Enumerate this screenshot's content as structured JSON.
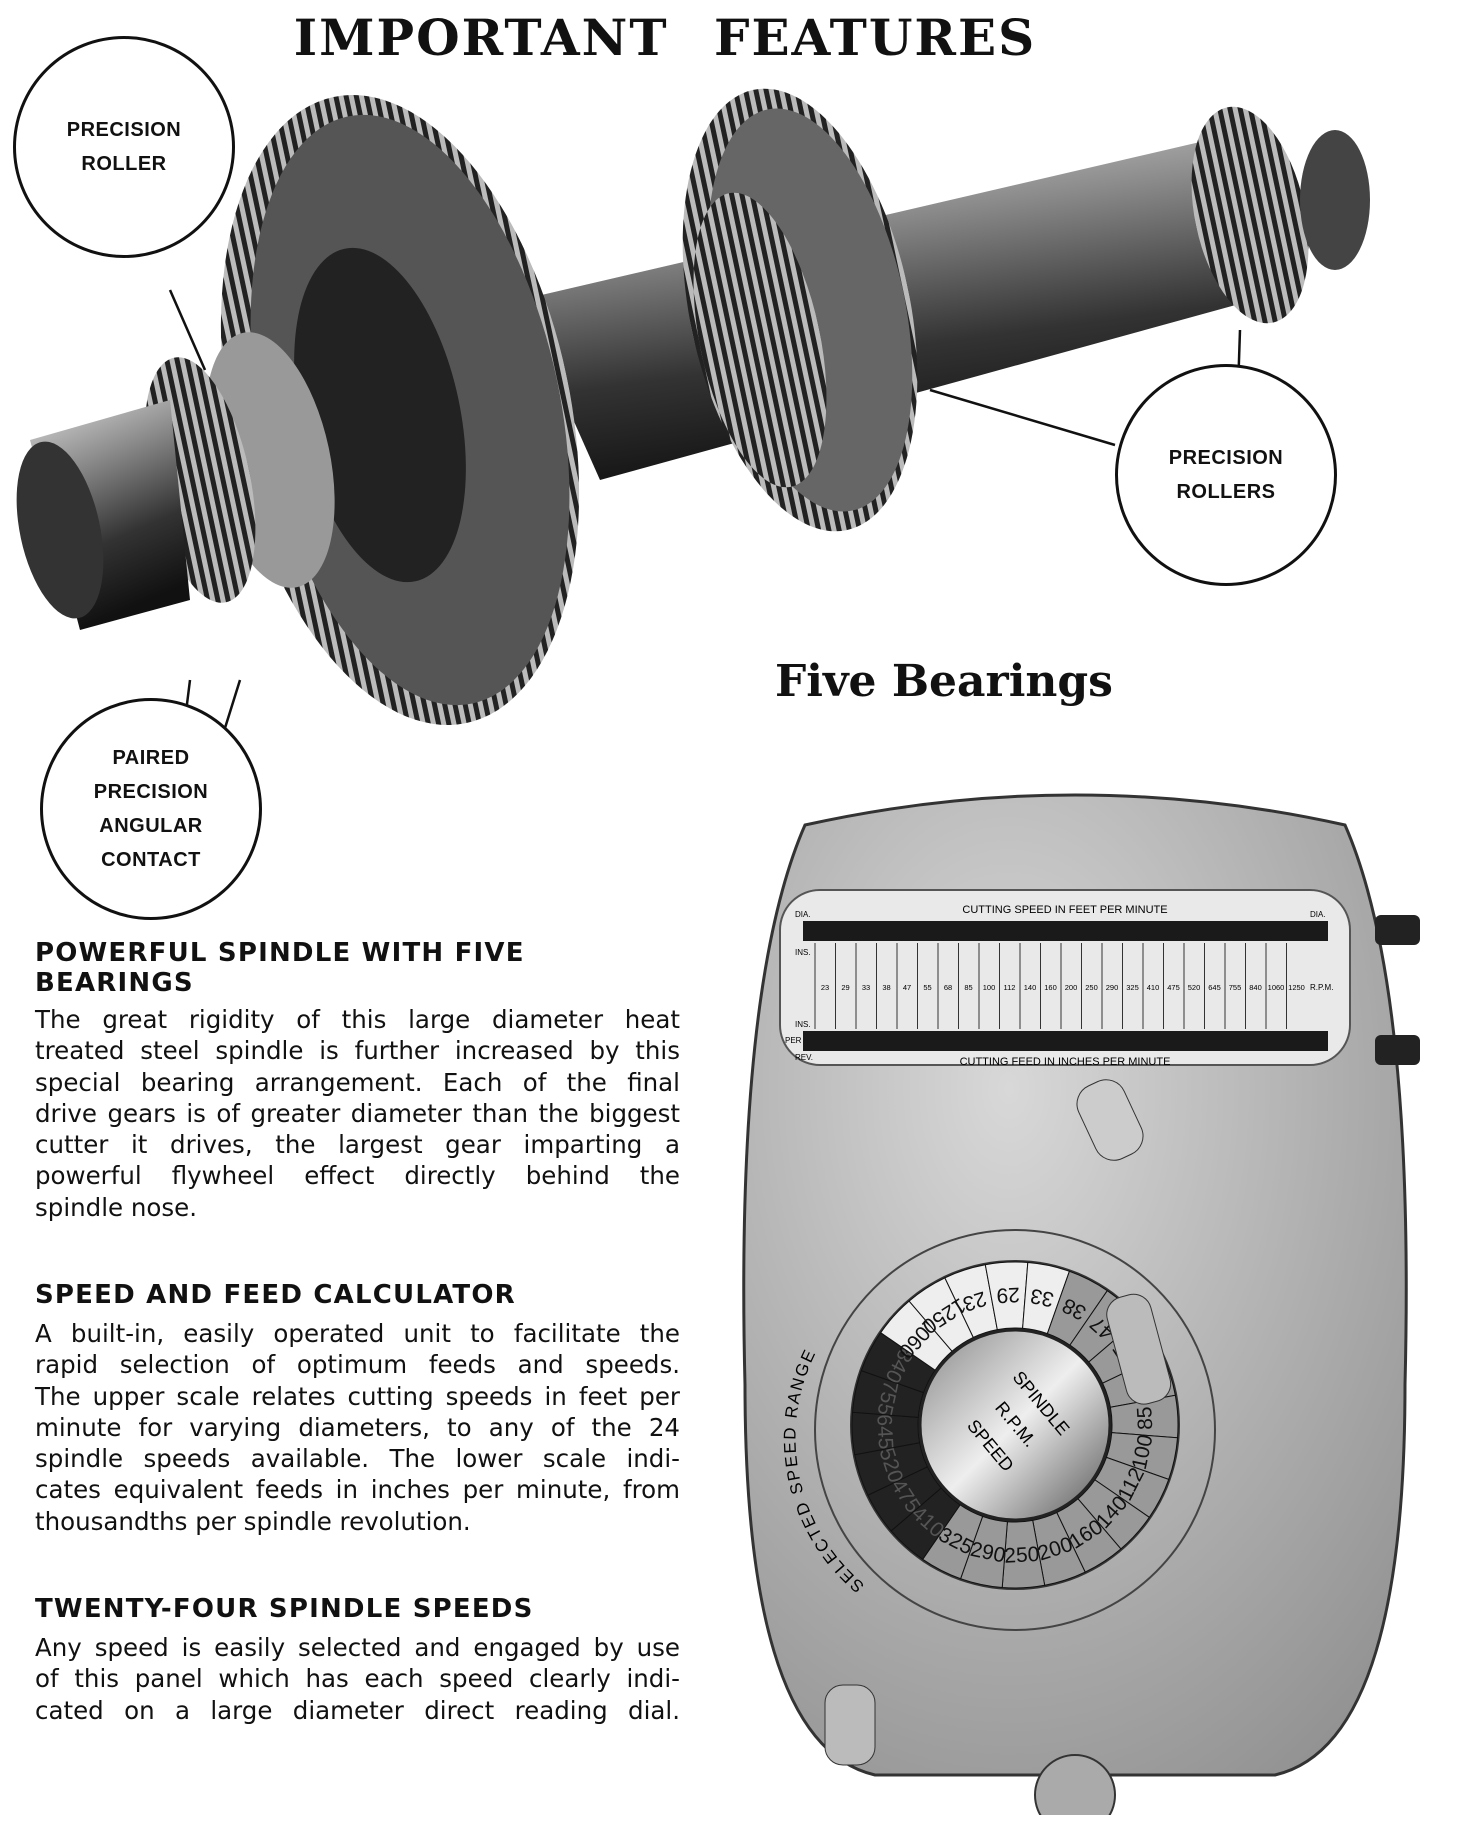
{
  "title": "IMPORTANT FEATURES",
  "subtitle": "Five Bearings",
  "callouts": {
    "roller": [
      "PRECISION",
      "ROLLER"
    ],
    "rollers": [
      "PRECISION",
      "ROLLERS"
    ],
    "paired": [
      "PAIRED",
      "PRECISION",
      "ANGULAR",
      "CONTACT"
    ]
  },
  "sections": [
    {
      "heading": [
        "POWERFUL SPINDLE WITH FIVE",
        "BEARINGS"
      ],
      "lines": [
        "The great rigidity of this large diameter heat",
        "treated steel spindle is further increased by this",
        "special bearing arrangement.  Each of the final",
        "drive gears is of greater diameter than the biggest",
        "cutter it drives, the largest gear imparting a",
        "powerful flywheel effect directly behind the",
        "spindle nose."
      ]
    },
    {
      "heading": [
        "SPEED AND FEED CALCULATOR"
      ],
      "lines": [
        "A built-in, easily operated unit to facilitate the",
        "rapid selection of optimum feeds and speeds.",
        "The upper scale relates cutting speeds in feet per",
        "minute for varying diameters, to any of the 24",
        "spindle speeds available.  The lower scale indi-",
        "cates equivalent feeds in inches per minute, from",
        "thousandths per spindle revolution."
      ]
    },
    {
      "heading": [
        "TWENTY-FOUR SPINDLE SPEEDS"
      ],
      "lines": [
        "Any speed is easily selected and engaged by use",
        "of this panel which has each speed clearly indi-",
        "cated on a large diameter direct reading dial."
      ]
    }
  ],
  "panel": {
    "top_label": "CUTTING SPEED IN FEET PER MINUTE",
    "bottom_label": "CUTTING FEED IN INCHES PER MINUTE",
    "dia": "DIA.",
    "ins": "INS.",
    "rpm": "R.P.M.",
    "per": "PER",
    "rev": "REV.",
    "rpm_values": [
      "23",
      "29",
      "33",
      "38",
      "47",
      "55",
      "68",
      "85",
      "100",
      "112",
      "140",
      "160",
      "200",
      "250",
      "290",
      "325",
      "410",
      "475",
      "520",
      "645",
      "755",
      "840",
      "1060",
      "1250"
    ],
    "dial_values": [
      "23",
      "29",
      "33",
      "38",
      "47",
      "55",
      "68",
      "85",
      "100",
      "112",
      "140",
      "160",
      "200",
      "250",
      "290",
      "325",
      "410",
      "475",
      "520",
      "645",
      "755",
      "840",
      "1060",
      "1250"
    ],
    "range_label": "SELECTED SPEED RANGE",
    "center": [
      "SPINDLE",
      "R.P.M.",
      "SPEED"
    ]
  }
}
